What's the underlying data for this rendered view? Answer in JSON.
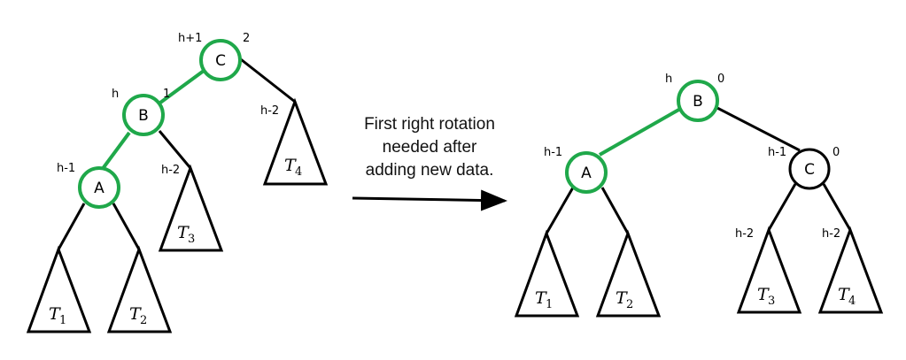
{
  "caption": {
    "line1": "First right rotation",
    "line2": "needed after",
    "line3": "adding new data."
  },
  "colors": {
    "highlight": "#1fa84a",
    "stroke": "#000000"
  },
  "before": {
    "nodes": {
      "c": {
        "letter": "C",
        "height": "h+1",
        "balance": "2"
      },
      "b": {
        "letter": "B",
        "height": "h",
        "balance": "1"
      },
      "a": {
        "letter": "A",
        "height": "h-1"
      }
    },
    "subtrees": {
      "t1": {
        "name": "T",
        "sub": "1"
      },
      "t2": {
        "name": "T",
        "sub": "2"
      },
      "t3": {
        "name": "T",
        "sub": "3",
        "height": "h-2"
      },
      "t4": {
        "name": "T",
        "sub": "4",
        "height": "h-2"
      }
    }
  },
  "after": {
    "nodes": {
      "b": {
        "letter": "B",
        "height": "h",
        "balance": "0"
      },
      "a": {
        "letter": "A",
        "height": "h-1"
      },
      "c": {
        "letter": "C",
        "height": "h-1",
        "balance": "0"
      }
    },
    "subtrees": {
      "t1": {
        "name": "T",
        "sub": "1"
      },
      "t2": {
        "name": "T",
        "sub": "2"
      },
      "t3": {
        "name": "T",
        "sub": "3",
        "height": "h-2"
      },
      "t4": {
        "name": "T",
        "sub": "4",
        "height": "h-2"
      }
    }
  }
}
